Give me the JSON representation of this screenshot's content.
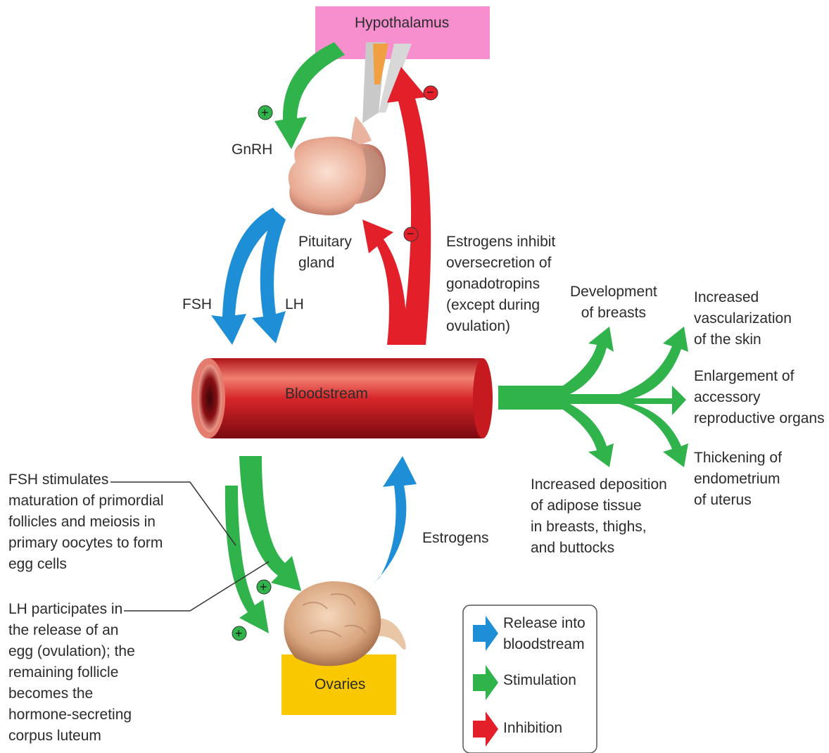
{
  "nodes": {
    "hypothalamus": "Hypothalamus",
    "pituitary": [
      "Pituitary",
      "gland"
    ],
    "bloodstream": "Bloodstream",
    "ovaries": "Ovaries"
  },
  "hormones": {
    "gnrh": "GnRH",
    "fsh": "FSH",
    "lh": "LH",
    "estrogens": "Estrogens"
  },
  "signs": {
    "plus": "+",
    "minus": "−"
  },
  "notes": {
    "estrogen_inhibit": [
      "Estrogens inhibit",
      "oversecretion of",
      "gonadotropins",
      "(except during",
      "ovulation)"
    ],
    "fsh_note": [
      "FSH stimulates",
      "maturation of primordial",
      "follicles and meiosis in",
      "primary oocytes to form",
      "egg cells"
    ],
    "lh_note": [
      "LH participates in",
      "the release of an",
      "egg (ovulation); the",
      "remaining follicle",
      "becomes the",
      "hormone-secreting",
      "corpus luteum"
    ]
  },
  "effects": {
    "breasts": [
      "Development",
      "of breasts"
    ],
    "skin": [
      "Increased",
      "vascularization",
      "of the skin"
    ],
    "organs": [
      "Enlargement of",
      "accessory",
      "reproductive organs"
    ],
    "endometrium": [
      "Thickening of",
      "endometrium",
      "of uterus"
    ],
    "adipose": [
      "Increased deposition",
      "of adipose tissue",
      "in breasts, thighs,",
      "and buttocks"
    ]
  },
  "legend": {
    "release": [
      "Release into",
      "bloodstream"
    ],
    "stimulation": "Stimulation",
    "inhibition": "Inhibition"
  },
  "colors": {
    "stimulation": "#2fb34a",
    "release": "#1e8fd6",
    "inhibition": "#e3202a",
    "hypothalamus_box": "#f78fcf",
    "ovaries_box": "#f9c800"
  }
}
